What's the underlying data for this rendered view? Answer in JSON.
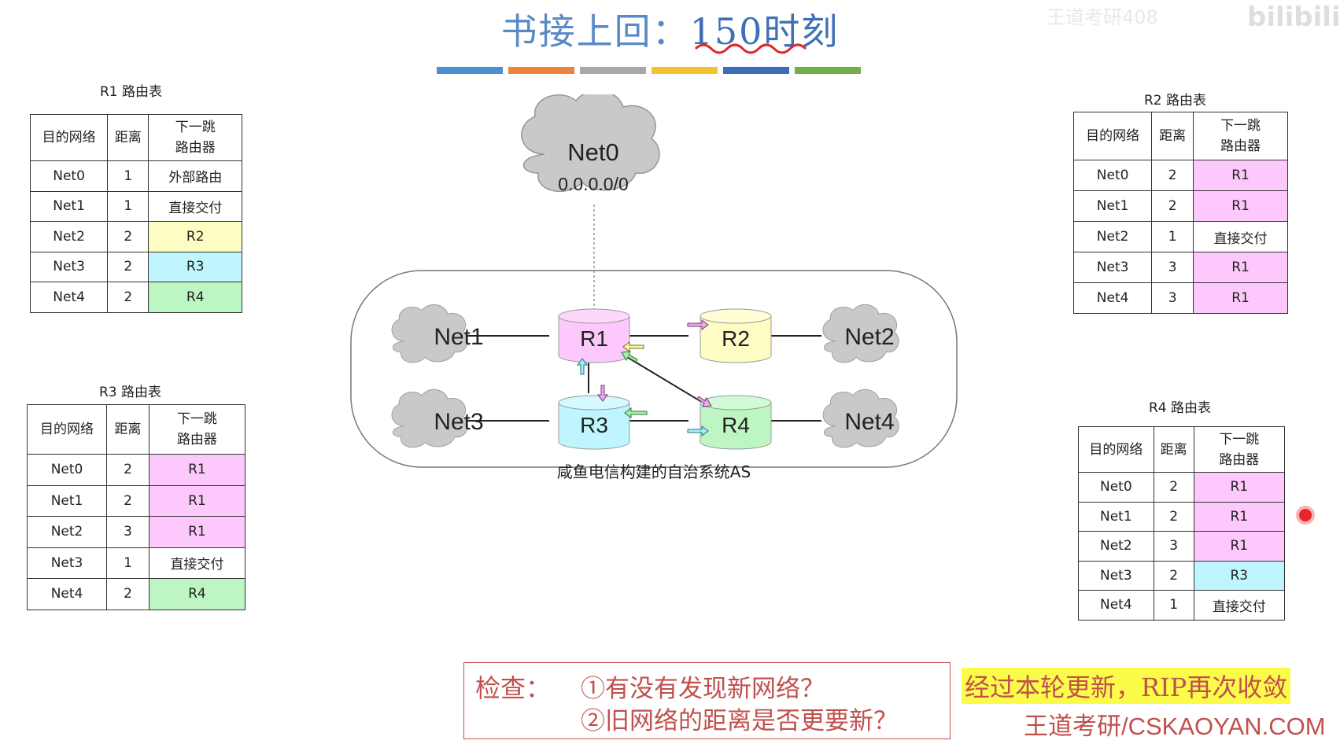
{
  "title": {
    "prefix": "书接上回：",
    "highlight": "150时刻"
  },
  "watermark": {
    "text": "王道考研408",
    "brand": "bilibili"
  },
  "colors": {
    "bars": [
      "#4a8fd0",
      "#e9843a",
      "#a8a8a8",
      "#f4c430",
      "#3d6eb5",
      "#72ad47"
    ]
  },
  "headers": {
    "dest": "目的网络",
    "dist": "距离",
    "next_l1": "下一跳",
    "next_l2": "路由器"
  },
  "tables": {
    "r1": {
      "title": "R1 路由表",
      "rows": [
        {
          "dest": "Net0",
          "dist": "1",
          "next": "外部路由",
          "color": ""
        },
        {
          "dest": "Net1",
          "dist": "1",
          "next": "直接交付",
          "color": ""
        },
        {
          "dest": "Net2",
          "dist": "2",
          "next": "R2",
          "color": "yellow"
        },
        {
          "dest": "Net3",
          "dist": "2",
          "next": "R3",
          "color": "cyan"
        },
        {
          "dest": "Net4",
          "dist": "2",
          "next": "R4",
          "color": "green"
        }
      ]
    },
    "r2": {
      "title": "R2 路由表",
      "rows": [
        {
          "dest": "Net0",
          "dist": "2",
          "next": "R1",
          "color": "pink"
        },
        {
          "dest": "Net1",
          "dist": "2",
          "next": "R1",
          "color": "pink"
        },
        {
          "dest": "Net2",
          "dist": "1",
          "next": "直接交付",
          "color": ""
        },
        {
          "dest": "Net3",
          "dist": "3",
          "next": "R1",
          "color": "pink"
        },
        {
          "dest": "Net4",
          "dist": "3",
          "next": "R1",
          "color": "pink"
        }
      ]
    },
    "r3": {
      "title": "R3 路由表",
      "rows": [
        {
          "dest": "Net0",
          "dist": "2",
          "next": "R1",
          "color": "pink"
        },
        {
          "dest": "Net1",
          "dist": "2",
          "next": "R1",
          "color": "pink"
        },
        {
          "dest": "Net2",
          "dist": "3",
          "next": "R1",
          "color": "pink"
        },
        {
          "dest": "Net3",
          "dist": "1",
          "next": "直接交付",
          "color": ""
        },
        {
          "dest": "Net4",
          "dist": "2",
          "next": "R4",
          "color": "green"
        }
      ]
    },
    "r4": {
      "title": "R4 路由表",
      "rows": [
        {
          "dest": "Net0",
          "dist": "2",
          "next": "R1",
          "color": "pink"
        },
        {
          "dest": "Net1",
          "dist": "2",
          "next": "R1",
          "color": "pink"
        },
        {
          "dest": "Net2",
          "dist": "3",
          "next": "R1",
          "color": "pink"
        },
        {
          "dest": "Net3",
          "dist": "2",
          "next": "R3",
          "color": "cyan"
        },
        {
          "dest": "Net4",
          "dist": "1",
          "next": "直接交付",
          "color": ""
        }
      ]
    }
  },
  "diagram": {
    "net0": {
      "name": "Net0",
      "addr": "0.0.0.0/0"
    },
    "nets": {
      "net1": "Net1",
      "net2": "Net2",
      "net3": "Net3",
      "net4": "Net4"
    },
    "routers": {
      "r1": "R1",
      "r2": "R2",
      "r3": "R3",
      "r4": "R4"
    },
    "router_colors": {
      "r1": "#fdc8fb",
      "r2": "#fefdc4",
      "r3": "#bff6fd",
      "r4": "#bdf6c2"
    },
    "as_label": "咸鱼电信构建的自治系统AS"
  },
  "check": {
    "label": "检查：",
    "line1": "①有没有发现新网络？",
    "line2": "②旧网络的距离是否更要新？"
  },
  "converged": "经过本轮更新，RIP再次收敛",
  "footer": "王道考研/CSKAOYAN.COM"
}
